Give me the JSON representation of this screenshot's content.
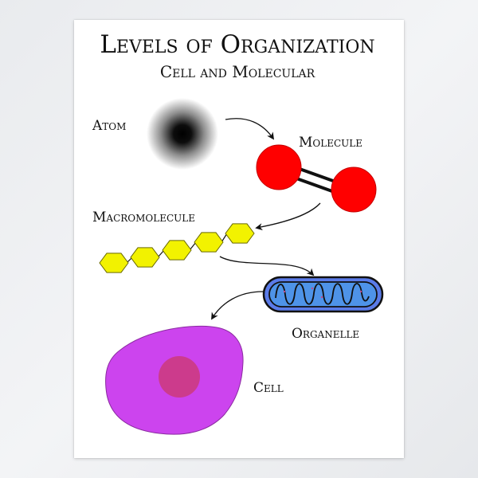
{
  "title": "Levels of Organization",
  "subtitle": "Cell and Molecular",
  "levels": [
    {
      "label": "Atom",
      "color": "#000000"
    },
    {
      "label": "Molecule",
      "color": "#ff0000"
    },
    {
      "label": "Macromolecule",
      "color": "#f2f200"
    },
    {
      "label": "Organelle",
      "color": "#5a7be8"
    },
    {
      "label": "Cell",
      "color": "#cc44ee"
    }
  ],
  "colors": {
    "atom": "#000000",
    "molecule": "#ff0000",
    "macromolecule": "#f2f200",
    "organelle_outer": "#5a7be8",
    "organelle_inner": "#4e93e8",
    "cell": "#cc44ee",
    "nucleus": "#cc3b8c"
  }
}
